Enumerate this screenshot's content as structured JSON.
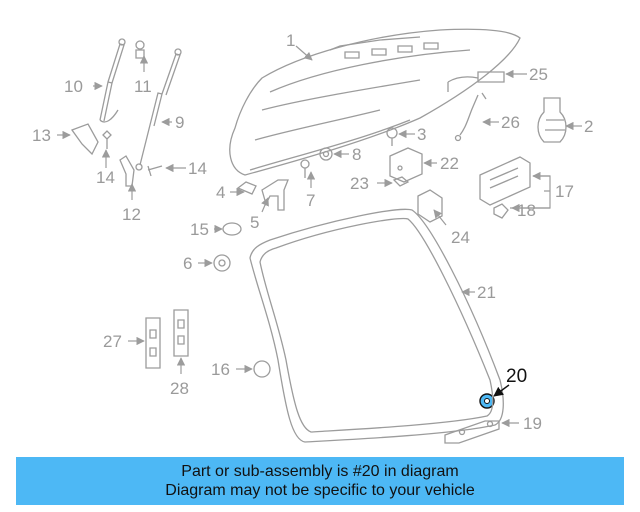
{
  "diagram": {
    "callouts": {
      "c1": "1",
      "c2": "2",
      "c3": "3",
      "c4": "4",
      "c5": "5",
      "c6": "6",
      "c7": "7",
      "c8": "8",
      "c9": "9",
      "c10": "10",
      "c11": "11",
      "c12": "12",
      "c13": "13",
      "c14a": "14",
      "c14b": "14",
      "c15": "15",
      "c16": "16",
      "c17": "17",
      "c18": "18",
      "c19": "19",
      "c20": "20",
      "c21": "21",
      "c22": "22",
      "c23": "23",
      "c24": "24",
      "c25": "25",
      "c26": "26",
      "c27": "27",
      "c28": "28"
    },
    "highlight_color": "#4db8f5",
    "highlighted_part": "20"
  },
  "banner": {
    "line1": "Part or sub-assembly is #20 in diagram",
    "line2": "Diagram may not be specific to your vehicle",
    "background": "#4db8f5"
  }
}
